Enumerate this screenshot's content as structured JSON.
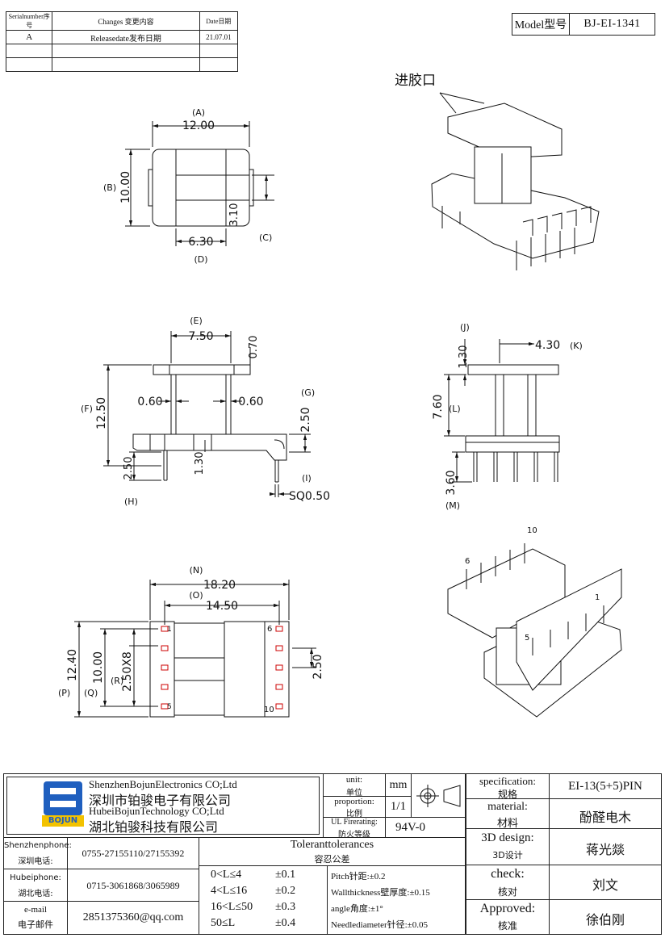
{
  "revision_table": {
    "headers": {
      "serial": "Serialnumber序号",
      "changes": "Changes 变更内容",
      "date": "Date日期"
    },
    "rows": [
      {
        "serial": "A",
        "changes": "Releasedate发布日期",
        "date": "21.07.01"
      },
      {
        "serial": "",
        "changes": "",
        "date": ""
      },
      {
        "serial": "",
        "changes": "",
        "date": ""
      }
    ]
  },
  "model": {
    "label": "Model型号",
    "value": "BJ-EI-1341"
  },
  "iso_top": {
    "callout": "进胶口"
  },
  "view_top": {
    "dim_a": "12.00",
    "label_a": "(A)",
    "dim_b": "10.00",
    "label_b": "(B)",
    "dim_c": "3.10",
    "label_c": "(C)",
    "dim_d": "6.30",
    "label_d": "(D)"
  },
  "view_front": {
    "dim_e": "7.50",
    "label_e": "(E)",
    "dim_top": "0.70",
    "dim_f": "12.50",
    "label_f": "(F)",
    "dim_wall_l": "0.60",
    "dim_wall_r": "0.60",
    "dim_g": "2.50",
    "label_g": "(G)",
    "dim_h": "2.50",
    "label_h": "(H)",
    "dim_mid": "1.30",
    "dim_i": "SQ0.50",
    "label_i": "(I)"
  },
  "view_side": {
    "label_j": "(J)",
    "dim_j": "1.30",
    "dim_k": "4.30",
    "label_k": "(K)",
    "dim_l": "7.60",
    "label_l": "(L)",
    "dim_m": "3.60",
    "label_m": "(M)"
  },
  "view_bottom": {
    "label_n": "(N)",
    "dim_n": "18.20",
    "label_o": "(O)",
    "dim_o": "14.50",
    "dim_p": "12.40",
    "label_p": "(P)",
    "dim_q": "10.00",
    "label_q": "(Q)",
    "dim_r": "2.50X8",
    "label_r": "(R)",
    "dim_pitch": "2.50",
    "pin_1": "1",
    "pin_5": "5",
    "pin_6": "6",
    "pin_10": "10"
  },
  "iso_bottom": {
    "pin_6": "6",
    "pin_10": "10",
    "pin_1": "1",
    "pin_5": "5"
  },
  "title_block": {
    "company_1_en": "ShenzhenBojunElectronics CO;Ltd",
    "company_1_cn": "深圳市铂骏电子有限公司",
    "company_2_en": "HubeiBojunTechnology CO;Ltd",
    "company_2_cn": "湖北铂骏科技有限公司",
    "logo_text": "BOJUN",
    "unit_label": "unit:",
    "unit_label_cn": "单位",
    "unit_value": "mm",
    "proportion_label": "proportion:",
    "proportion_label_cn": "比例",
    "proportion_value": "1/1",
    "ul_label": "UL Firerating:",
    "ul_label_cn": "防火等级",
    "ul_value": "94V-0",
    "spec_label": "specification:",
    "spec_label_cn": "规格",
    "spec_value": "EI-13(5+5)PIN",
    "material_label": "material:",
    "material_label_cn": "材料",
    "material_value": "酚醛电木",
    "design_label": "3D design:",
    "design_label_cn": "3D设计",
    "design_value": "蒋光燚",
    "check_label": "check:",
    "check_label_cn": "核对",
    "check_value": "刘文",
    "approved_label": "Approved:",
    "approved_label_cn": "核准",
    "approved_value": "徐伯刚",
    "sz_phone_label": "Shenzhenphone:",
    "sz_phone_label_cn": "深圳电话:",
    "sz_phone": "0755-27155110/27155392",
    "hb_phone_label": "Hubeiphone:",
    "hb_phone_label_cn": "湖北电话:",
    "hb_phone": "0715-3061868/3065989",
    "email_label": "e-mail",
    "email_label_cn": "电子邮件",
    "email": "2851375360@qq.com",
    "tolerance_title": "Toleranttolerances",
    "tolerance_title_cn": "容忍公差",
    "tolerances": [
      {
        "range": "0<L≤4",
        "value": "±0.1"
      },
      {
        "range": "4<L≤16",
        "value": "±0.2"
      },
      {
        "range": "16<L≤50",
        "value": "±0.3"
      },
      {
        "range": "50≤L",
        "value": "±0.4"
      }
    ],
    "pitch": "Pitch针距:±0.2",
    "wall": "Wallthickness壁厚度:±0.15",
    "angle": "angle角度:±1°",
    "needle": "Needlediameter针径:±0.05"
  }
}
